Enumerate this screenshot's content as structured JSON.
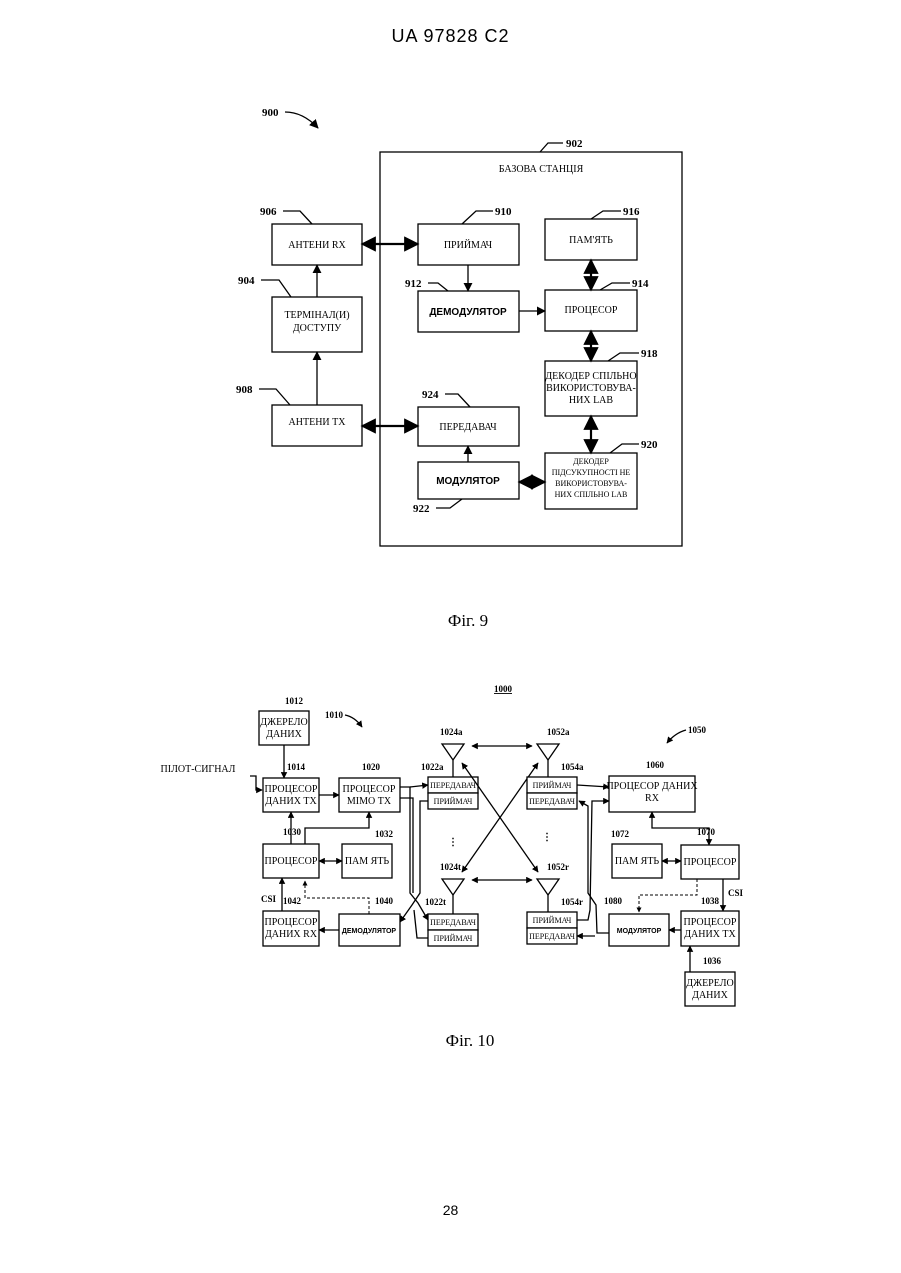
{
  "header": {
    "doc_id": "UA   97828   C2"
  },
  "page_number": "28",
  "fig9": {
    "caption": "Фіг. 9",
    "labels": {
      "base_station": "БАЗОВА СТАНЦІЯ",
      "antenna_rx": "АНТЕНИ RX",
      "terminal_1": "ТЕРМІНАЛ(И)",
      "terminal_2": "ДОСТУПУ",
      "antenna_tx": "АНТЕНИ TX",
      "receiver": "ПРИЙМАЧ",
      "demodulator": "ДЕМОДУЛЯТОР",
      "memory": "ПАМ'ЯТЬ",
      "processor": "ПРОЦЕСОР",
      "decoder_shared_1": "ДЕКОДЕР СПІЛЬНО",
      "decoder_shared_2": "ВИКОРИСТОВУВА-",
      "decoder_shared_3": "НИХ LAB",
      "transmitter": "ПЕРЕДАВАЧ",
      "modulator": "МОДУЛЯТОР",
      "decoder_subset_1": "ДЕКОДЕР",
      "decoder_subset_2": "ПІДСУКУПНОСТІ НЕ",
      "decoder_subset_3": "ВИКОРИСТОВУВА-",
      "decoder_subset_4": "НИХ СПІЛЬНО LAB"
    },
    "refs": {
      "r900": "900",
      "r902": "902",
      "r904": "904",
      "r906": "906",
      "r908": "908",
      "r910": "910",
      "r912": "912",
      "r914": "914",
      "r916": "916",
      "r918": "918",
      "r920": "920",
      "r922": "922",
      "r924": "924"
    }
  },
  "fig10": {
    "caption": "Фіг. 10",
    "labels": {
      "data_source_1": "ДЖЕРЕЛО",
      "data_source_2": "ДАНИХ",
      "pilot": "ПІЛОТ-СИГНАЛ",
      "tx_data_proc_1": "ПРОЦЕСОР",
      "tx_data_proc_2": "ДАНИХ ТХ",
      "mimo_proc_1": "ПРОЦЕСОР",
      "mimo_proc_2": "МІМО ТХ",
      "transmitter": "ПЕРЕДАВАЧ",
      "receiver": "ПРИЙМАЧ",
      "processor": "ПРОЦЕСОР",
      "memory": "ПАМ ЯТЬ",
      "csi": "CSI",
      "rx_data_proc_1": "ПРОЦЕСОР",
      "rx_data_proc_2": "ДАНИХ RX",
      "demodulator": "ДЕМОДУЛЯТОР",
      "rx_data_proc_r_1": "ПРОЦЕСОР ДАНИХ",
      "rx_data_proc_r_2": "RX",
      "modulator": "МОДУЛЯТОР",
      "tx_data_proc_r_1": "ПРОЦЕСОР",
      "tx_data_proc_r_2": "ДАНИХ ТХ",
      "dots": "⋮"
    },
    "refs": {
      "r1000": "1000",
      "r1010": "1010",
      "r1012": "1012",
      "r1014": "1014",
      "r1020": "1020",
      "r1022a": "1022a",
      "r1022t": "1022t",
      "r1024a": "1024a",
      "r1024t": "1024t",
      "r1030": "1030",
      "r1032": "1032",
      "r1036": "1036",
      "r1038": "1038",
      "r1040": "1040",
      "r1042": "1042",
      "r1050": "1050",
      "r1052a": "1052a",
      "r1052r": "1052r",
      "r1054a": "1054a",
      "r1054r": "1054r",
      "r1060": "1060",
      "r1070": "1070",
      "r1072": "1072",
      "r1080": "1080"
    }
  }
}
